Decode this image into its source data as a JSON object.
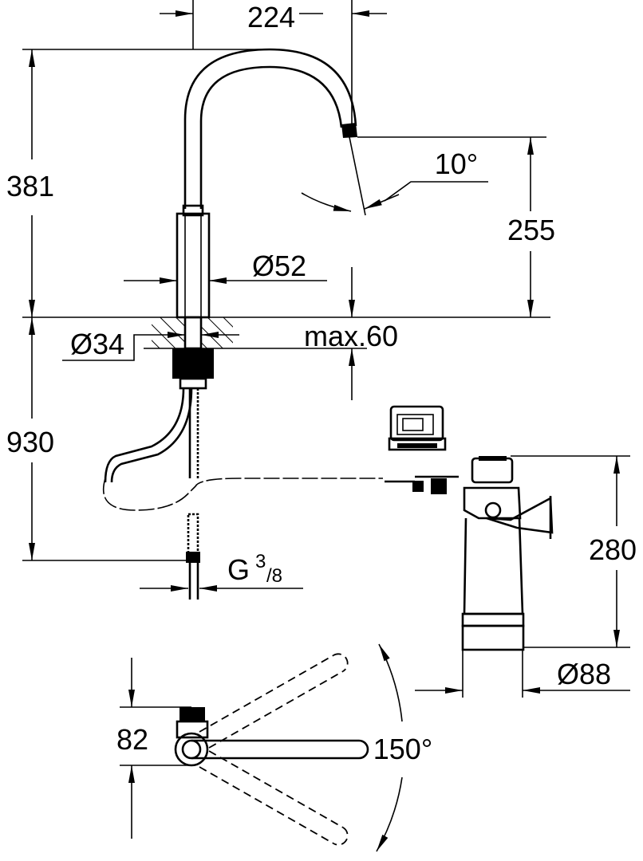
{
  "title": "Faucet with filter dimensional drawing",
  "dimensions": {
    "spout_reach": "224",
    "total_height": "381",
    "spout_angle": "10°",
    "spout_height": "255",
    "body_diameter": "Ø52",
    "hole_diameter": "Ø34",
    "max_countertop": "max.60",
    "hose_length": "930",
    "connection_thread": "G",
    "thread_num": "3",
    "thread_den": "/8",
    "filter_height": "280",
    "filter_diameter": "Ø88",
    "spout_offset": "82",
    "swivel_angle": "150°"
  },
  "colors": {
    "line": "#000000",
    "background": "#ffffff"
  }
}
